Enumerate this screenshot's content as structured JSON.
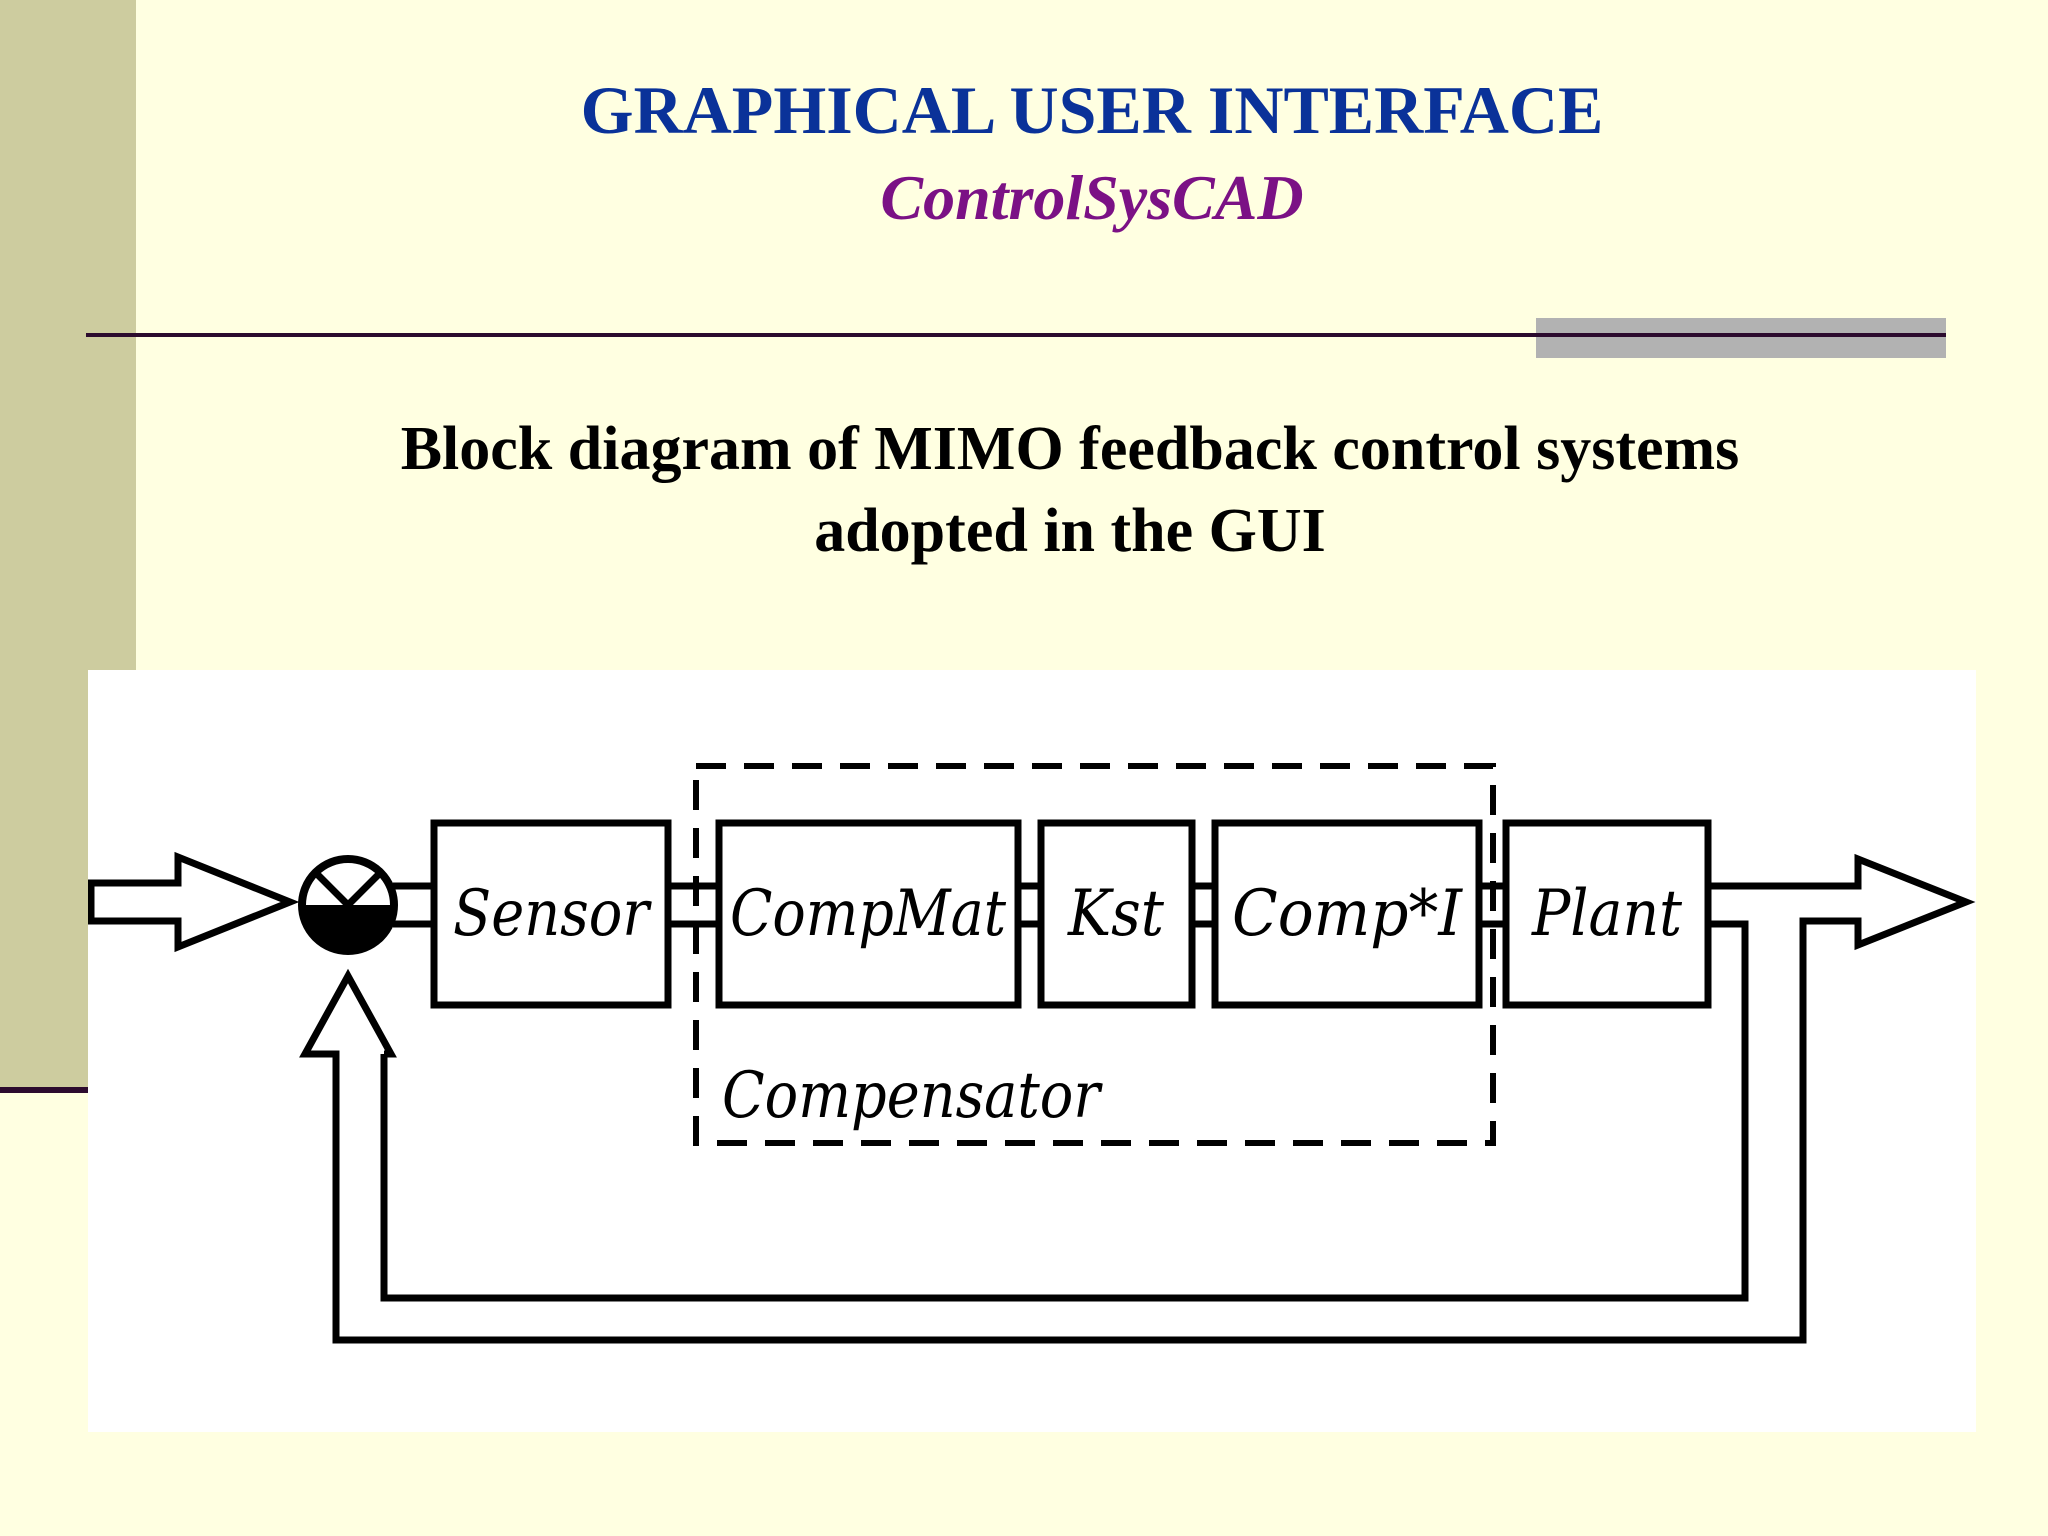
{
  "slide": {
    "title": "GRAPHICAL USER INTERFACE",
    "subtitle": "ControlSysCAD",
    "heading_line1": "Block diagram of MIMO feedback control systems",
    "heading_line2": "adopted in the GUI"
  },
  "diagram": {
    "blocks": {
      "sensor": "Sensor",
      "compmat": "CompMat",
      "kst": "Kst",
      "comp_i": "Comp*I",
      "plant": "Plant"
    },
    "group_label": "Compensator"
  },
  "colors": {
    "background": "#ffffe1",
    "left_band": "#cdcc9f",
    "title": "#0a3299",
    "subtitle": "#7b1185",
    "rule": "#2c0b2e",
    "rule_accent": "#b2b2b2"
  }
}
